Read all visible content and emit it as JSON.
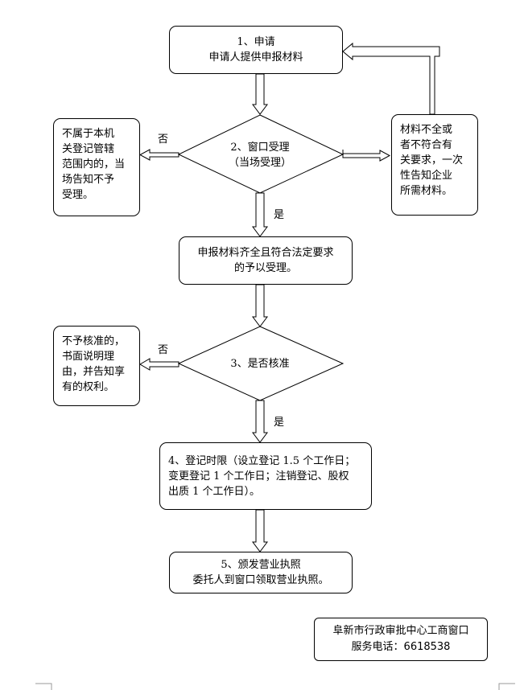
{
  "step1": {
    "line1": "1、申请",
    "line2": "申请人提供申报材料"
  },
  "step2": {
    "line1": "2、窗口受理",
    "line2": "（当场受理）"
  },
  "reject_left": {
    "lines": [
      "不属于本机",
      "关登记管辖",
      "范围内的，当",
      "场告知不予",
      "受理。"
    ]
  },
  "incomplete_right": {
    "lines": [
      "材料不全或",
      "者不符合有",
      "关要求，一次",
      "性告知企业",
      "所需材料。"
    ]
  },
  "accept": {
    "line1": "申报材料齐全且符合法定要求",
    "line2": "的予以受理。"
  },
  "step3": {
    "line1": "3、是否核准"
  },
  "reject_approval": {
    "lines": [
      "不予核准的，",
      "书面说明理",
      "由，并告知享",
      "有的权利。"
    ]
  },
  "step4": {
    "line1": "4、登记时限（设立登记 1.5 个工作日；",
    "line2": "变更登记 1 个工作日；注销登记、股权",
    "line3": "出质 1 个工作日）。"
  },
  "step5": {
    "line1": "5、颁发营业执照",
    "line2": "委托人到窗口领取营业执照。"
  },
  "labels": {
    "no_1": "否",
    "yes_1": "是",
    "no_2": "否",
    "yes_2": "是"
  },
  "contact": {
    "line1": "阜新市行政审批中心工商窗口",
    "line2": "服务电话：6618538"
  }
}
